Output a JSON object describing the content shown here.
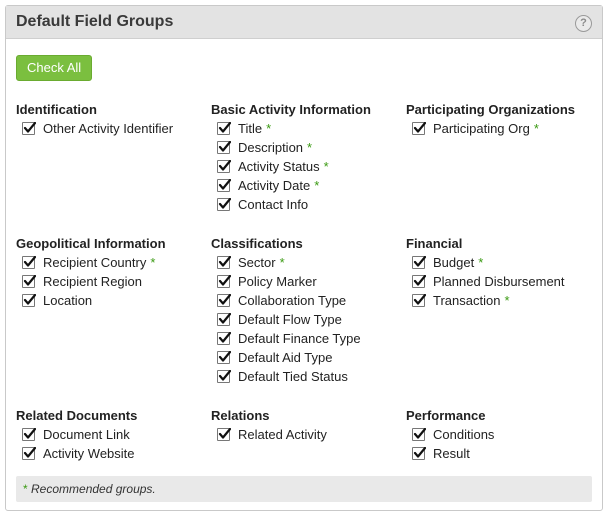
{
  "header": {
    "title": "Default Field Groups",
    "help_label": "?"
  },
  "check_all_label": "Check All",
  "required_marker": "*",
  "groups": [
    {
      "title": "Identification",
      "items": [
        {
          "label": "Other Activity Identifier",
          "checked": true,
          "recommended": false
        }
      ]
    },
    {
      "title": "Basic Activity Information",
      "items": [
        {
          "label": "Title",
          "checked": true,
          "recommended": true
        },
        {
          "label": "Description",
          "checked": true,
          "recommended": true
        },
        {
          "label": "Activity Status",
          "checked": true,
          "recommended": true
        },
        {
          "label": "Activity Date",
          "checked": true,
          "recommended": true
        },
        {
          "label": "Contact Info",
          "checked": true,
          "recommended": false
        }
      ]
    },
    {
      "title": "Participating Organizations",
      "items": [
        {
          "label": "Participating Org",
          "checked": true,
          "recommended": true
        }
      ]
    },
    {
      "title": "Geopolitical Information",
      "items": [
        {
          "label": "Recipient Country",
          "checked": true,
          "recommended": true
        },
        {
          "label": "Recipient Region",
          "checked": true,
          "recommended": false
        },
        {
          "label": "Location",
          "checked": true,
          "recommended": false
        }
      ]
    },
    {
      "title": "Classifications",
      "items": [
        {
          "label": "Sector",
          "checked": true,
          "recommended": true
        },
        {
          "label": "Policy Marker",
          "checked": true,
          "recommended": false
        },
        {
          "label": "Collaboration Type",
          "checked": true,
          "recommended": false
        },
        {
          "label": "Default Flow Type",
          "checked": true,
          "recommended": false
        },
        {
          "label": "Default Finance Type",
          "checked": true,
          "recommended": false
        },
        {
          "label": "Default Aid Type",
          "checked": true,
          "recommended": false
        },
        {
          "label": "Default Tied Status",
          "checked": true,
          "recommended": false
        }
      ]
    },
    {
      "title": "Financial",
      "items": [
        {
          "label": "Budget",
          "checked": true,
          "recommended": true
        },
        {
          "label": "Planned Disbursement",
          "checked": true,
          "recommended": false
        },
        {
          "label": "Transaction",
          "checked": true,
          "recommended": true
        }
      ]
    },
    {
      "title": "Related Documents",
      "items": [
        {
          "label": "Document Link",
          "checked": true,
          "recommended": false
        },
        {
          "label": "Activity Website",
          "checked": true,
          "recommended": false
        }
      ]
    },
    {
      "title": "Relations",
      "items": [
        {
          "label": "Related Activity",
          "checked": true,
          "recommended": false
        }
      ]
    },
    {
      "title": "Performance",
      "items": [
        {
          "label": "Conditions",
          "checked": true,
          "recommended": false
        },
        {
          "label": "Result",
          "checked": true,
          "recommended": false
        }
      ]
    }
  ],
  "footer": {
    "marker": "*",
    "note": "Recommended groups."
  },
  "colors": {
    "check_all_button": "#7bbf3f",
    "recommended_star": "#3a9a12",
    "header_bg": "#e3e3e3"
  }
}
